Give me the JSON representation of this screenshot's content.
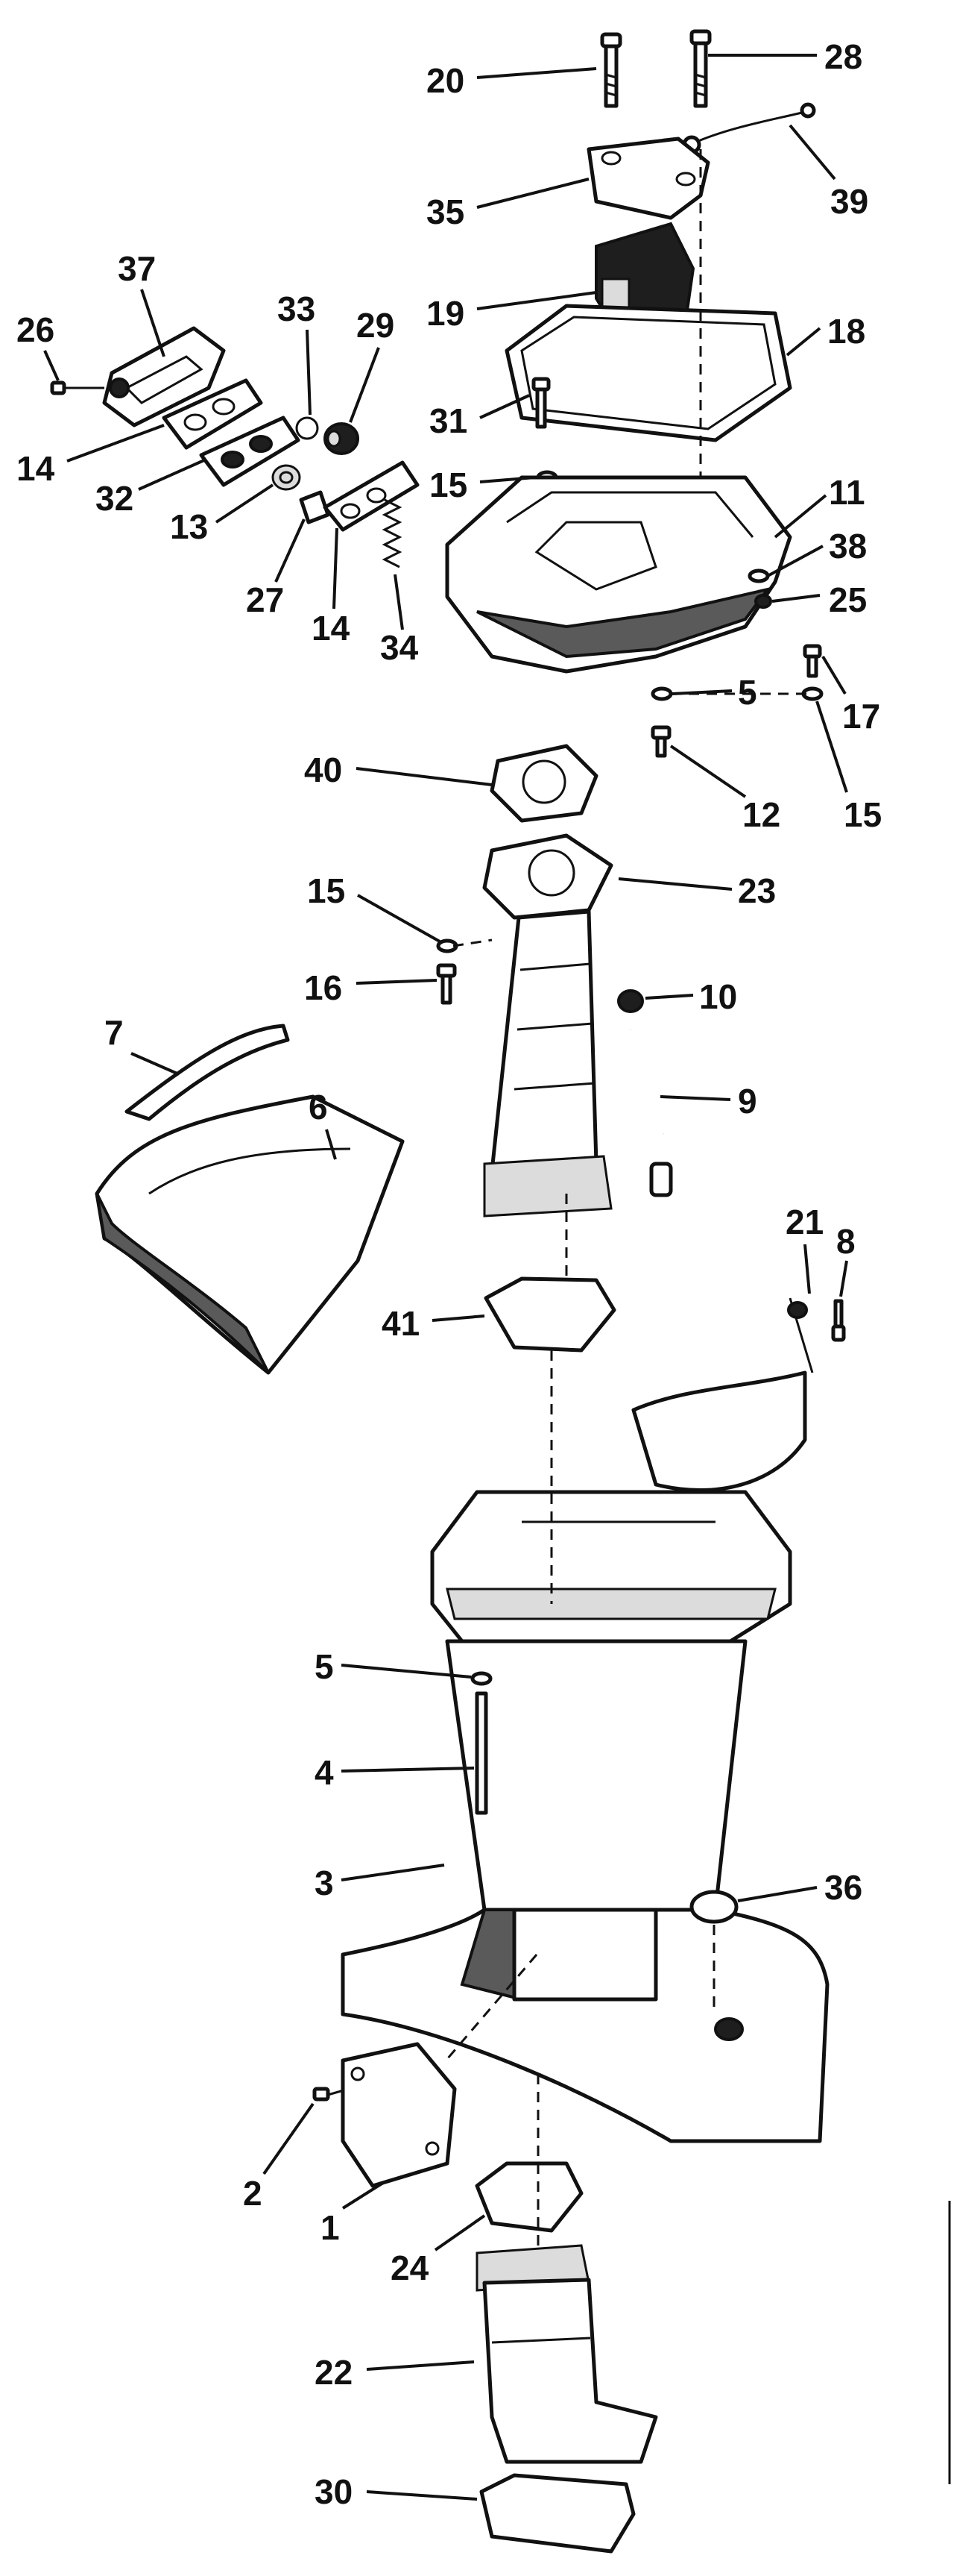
{
  "diagram": {
    "callouts": [
      {
        "id": "20",
        "text": "20"
      },
      {
        "id": "28",
        "text": "28"
      },
      {
        "id": "35",
        "text": "35"
      },
      {
        "id": "39",
        "text": "39"
      },
      {
        "id": "19",
        "text": "19"
      },
      {
        "id": "37",
        "text": "37"
      },
      {
        "id": "33",
        "text": "33"
      },
      {
        "id": "29",
        "text": "29"
      },
      {
        "id": "18",
        "text": "18"
      },
      {
        "id": "26",
        "text": "26"
      },
      {
        "id": "31",
        "text": "31"
      },
      {
        "id": "15a",
        "text": "15"
      },
      {
        "id": "11",
        "text": "11"
      },
      {
        "id": "14a",
        "text": "14"
      },
      {
        "id": "32",
        "text": "32"
      },
      {
        "id": "13",
        "text": "13"
      },
      {
        "id": "27",
        "text": "27"
      },
      {
        "id": "14b",
        "text": "14"
      },
      {
        "id": "34",
        "text": "34"
      },
      {
        "id": "38",
        "text": "38"
      },
      {
        "id": "25",
        "text": "25"
      },
      {
        "id": "17",
        "text": "17"
      },
      {
        "id": "5a",
        "text": "5"
      },
      {
        "id": "12",
        "text": "12"
      },
      {
        "id": "15b",
        "text": "15"
      },
      {
        "id": "40",
        "text": "40"
      },
      {
        "id": "15c",
        "text": "15"
      },
      {
        "id": "23",
        "text": "23"
      },
      {
        "id": "16",
        "text": "16"
      },
      {
        "id": "10",
        "text": "10"
      },
      {
        "id": "7",
        "text": "7"
      },
      {
        "id": "6",
        "text": "6"
      },
      {
        "id": "9",
        "text": "9"
      },
      {
        "id": "21",
        "text": "21"
      },
      {
        "id": "8",
        "text": "8"
      },
      {
        "id": "41",
        "text": "41"
      },
      {
        "id": "5b",
        "text": "5"
      },
      {
        "id": "4",
        "text": "4"
      },
      {
        "id": "3",
        "text": "3"
      },
      {
        "id": "36",
        "text": "36"
      },
      {
        "id": "2",
        "text": "2"
      },
      {
        "id": "1",
        "text": "1"
      },
      {
        "id": "24",
        "text": "24"
      },
      {
        "id": "22",
        "text": "22"
      },
      {
        "id": "30",
        "text": "30"
      }
    ]
  }
}
